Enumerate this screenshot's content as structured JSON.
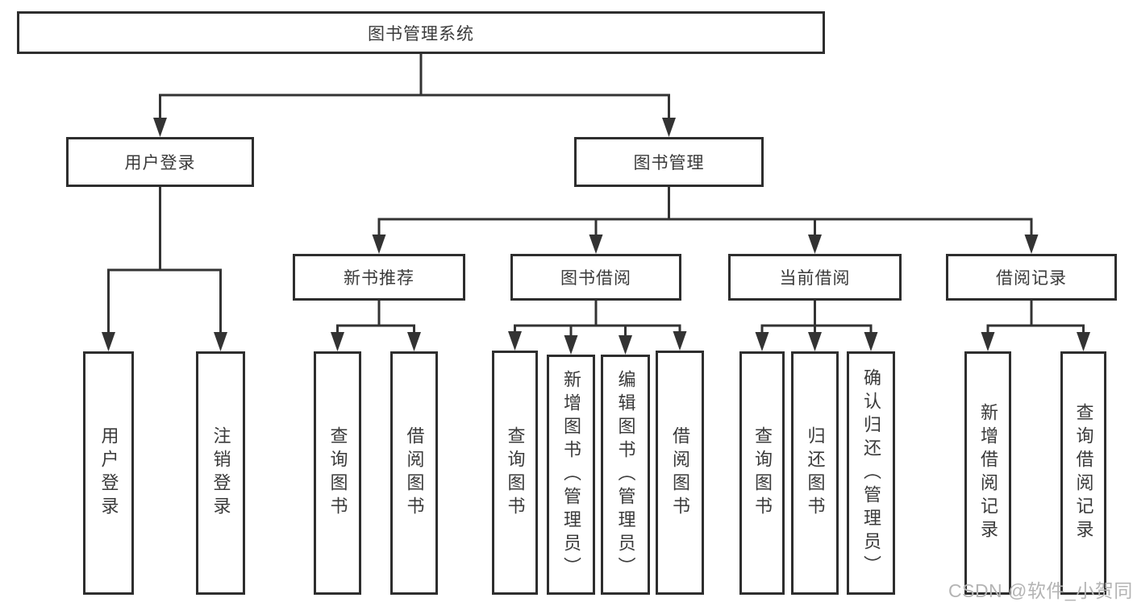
{
  "diagram": {
    "title": "图书管理系统",
    "nodes": [
      {
        "id": "root",
        "label": "图书管理系统",
        "parent": null
      },
      {
        "id": "user-login",
        "label": "用户登录",
        "parent": "root"
      },
      {
        "id": "book-mgmt",
        "label": "图书管理",
        "parent": "root"
      },
      {
        "id": "user-login-entry",
        "label": "用户登录",
        "parent": "user-login"
      },
      {
        "id": "logout",
        "label": "注销登录",
        "parent": "user-login"
      },
      {
        "id": "new-book-rec",
        "label": "新书推荐",
        "parent": "book-mgmt"
      },
      {
        "id": "book-borrow",
        "label": "图书借阅",
        "parent": "book-mgmt"
      },
      {
        "id": "current-borrow",
        "label": "当前借阅",
        "parent": "book-mgmt"
      },
      {
        "id": "borrow-records",
        "label": "借阅记录",
        "parent": "book-mgmt"
      },
      {
        "id": "nbr-query-books",
        "label": "查询图书",
        "parent": "new-book-rec"
      },
      {
        "id": "nbr-borrow-books",
        "label": "借阅图书",
        "parent": "new-book-rec"
      },
      {
        "id": "bb-query-books",
        "label": "查询图书",
        "parent": "book-borrow"
      },
      {
        "id": "bb-add-books",
        "label": "新增图书（管理员）",
        "parent": "book-borrow"
      },
      {
        "id": "bb-edit-books",
        "label": "编辑图书（管理员）",
        "parent": "book-borrow"
      },
      {
        "id": "bb-borrow-books",
        "label": "借阅图书",
        "parent": "book-borrow"
      },
      {
        "id": "cb-query-books",
        "label": "查询图书",
        "parent": "current-borrow"
      },
      {
        "id": "cb-return-books",
        "label": "归还图书",
        "parent": "current-borrow"
      },
      {
        "id": "cb-confirm-return",
        "label": "确认归还（管理员）",
        "parent": "current-borrow"
      },
      {
        "id": "br-add-record",
        "label": "新增借阅记录",
        "parent": "borrow-records"
      },
      {
        "id": "br-query-record",
        "label": "查询借阅记录",
        "parent": "borrow-records"
      }
    ]
  },
  "watermark": {
    "text": "CSDN @软件_小贺同学"
  },
  "colors": {
    "line": "#333333",
    "border": "#2e2e2e",
    "text": "#3a3a3a",
    "watermark": "#b4b4b4",
    "background": "#ffffff"
  }
}
